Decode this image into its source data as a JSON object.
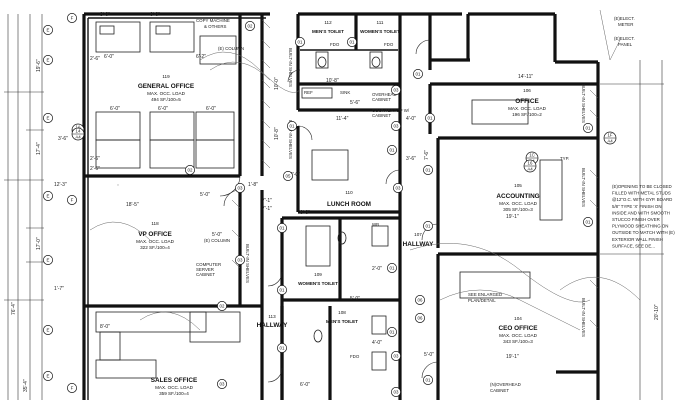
{
  "rooms": {
    "general_office": {
      "number": "119",
      "name": "GENERAL OFFICE",
      "load": "MAX. OCC. LOAD",
      "area": "494 SF./100=5"
    },
    "vp_office": {
      "number": "118",
      "name": "VP OFFICE",
      "load": "MAX. OCC. LOAD",
      "area": "322 SF./100=4"
    },
    "sales_office": {
      "number": "",
      "name": "SALES OFFICE",
      "load": "MAX. OCC. LOAD",
      "area": "359 SF./100=4"
    },
    "mens_toilet_top": {
      "number": "112",
      "name": "MEN'S TOILET"
    },
    "womens_toilet_top": {
      "number": "111",
      "name": "WOMEN'S TOILET"
    },
    "lunch_room": {
      "number": "110",
      "name": "LUNCH ROOM"
    },
    "womens_toilet_mid": {
      "number": "109",
      "name": "WOMEN'S TOILET"
    },
    "mens_toilet_bot": {
      "number": "108",
      "name": "MEN'S TOILET"
    },
    "hallway_113": {
      "number": "113",
      "name": "HALLWAY"
    },
    "hallway_107": {
      "number": "107",
      "name": "HALLWAY"
    },
    "office_106": {
      "number": "106",
      "name": "OFFICE",
      "load": "MAX. OCC. LOAD",
      "area": "196 SF./100=2"
    },
    "accounting": {
      "number": "105",
      "name": "ACCOUNTING",
      "load": "MAX. OCC. LOAD",
      "area": "305 SF./100=3"
    },
    "ceo_office": {
      "number": "104",
      "name": "CEO OFFICE",
      "load": "MAX. OCC. LOAD",
      "area": "343 SF./100=3"
    }
  },
  "notes": {
    "copy_machine": "COPY MACHINE",
    "and_others": "& OTHERS",
    "column1": "(E) COLUMN",
    "column2": "(E) COLUMN",
    "builtin1": "BUILT-IN SHELVES",
    "builtin2": "BUILT-IN SHELVES",
    "builtin3": "BUILT-IN SHELVES",
    "builtin4": "BUILT-IN SHELVES",
    "builtin5": "BUILT-IN SHELVES",
    "builtin6": "BUILT-IN SHELVES",
    "computer": "COMPUTER",
    "server": "SERVER",
    "cabinet": "CABINET",
    "overhead_cab": "OVERHEAD",
    "overhead_cab2": "CABINET",
    "counter": "COUNTERTOP W/",
    "counter2": "CABINET",
    "overhead_cab3": "(N)OVERHEAD",
    "overhead_cab4": "CABINET",
    "enlarged": "SEE ENLARGED",
    "enlarged2": "PLAN/DETAIL",
    "typ": "TYP.",
    "elect_meter": "(E)ELECT.",
    "elect_meter2": "METER",
    "elect_panel": "(E)ELECT.",
    "elect_panel2": "PANEL",
    "ref": "REF",
    "sink": "SINK",
    "fdo1": "FDO",
    "fdo2": "FDO",
    "fdo3": "FDO",
    "wb": "WB"
  },
  "spec_note": [
    "(E)OPENING TO BE CLOSED",
    "FILLED WITH METAL STUDS",
    "@12\"O.C. WITH GYP. BOARD",
    "5/8\" TYPE 'X' FINISH ON",
    "INSIDE AND WITH SMOOTH",
    "STUCCO FINISH OVER",
    "PLYWOOD SHEATHING ON",
    "OUTSIDE TO MATCH WITH (E)",
    "EXTERIOR WALL FINISH",
    "SURFACE, SEE DE..."
  ],
  "dims": {
    "d1": "19'-6\"",
    "d2": "17'-4\"",
    "d3": "17'-0\"",
    "d4": "76'-4\"",
    "d5": "35'-4\"",
    "d6": "8'-0\"",
    "d7": "6'-0\"",
    "d8": "6'-0\"",
    "d9": "6'-2\"",
    "d10": "6'-0\"",
    "d11": "6'-0\"",
    "d12": "6'-0\"",
    "d13": "18'-5\"",
    "d14": "8'-0\"",
    "d15": "3'-6\"",
    "d16": "2'-6\"",
    "d17": "11'-4\"",
    "d18": "5'-0\"",
    "d19": "10'-8\"",
    "d20": "7'-1\"",
    "d21": "14'-11\"",
    "d22": "19'-1\"",
    "d23": "19'-1\"",
    "d24": "20'-10\"",
    "d25": "7'-6\"",
    "d26": "3'-6\"",
    "d27": "4'-0\"",
    "d28": "5'-0\"",
    "d29": "10'-8\"",
    "d30": "5'-6\"",
    "d31": "6'-0\"",
    "d32": "5'-0\"",
    "d33": "6'-0\"",
    "d34": "2'-0\"",
    "d35": "4'-0\"",
    "d36": "8'-0\"",
    "d37": "12'-3\"",
    "d38": "1'-7\"",
    "d39": "5'-0\"",
    "d40": "2'-6\"",
    "d41": "2'-6\"",
    "d42": "1'-8\"",
    "d43": "10'-0\"",
    "d44": "7'-1\""
  },
  "tags": [
    "01",
    "01",
    "01",
    "01",
    "01",
    "01",
    "01",
    "01",
    "01",
    "01",
    "01",
    "01",
    "01",
    "01",
    "01",
    "01",
    "02",
    "02",
    "02",
    "03",
    "03",
    "03",
    "03",
    "03",
    "03",
    "05",
    "06",
    "06",
    "03",
    "03",
    "E",
    "E",
    "E",
    "E",
    "E",
    "E",
    "E",
    "F",
    "F",
    "F"
  ],
  "section_marks": [
    {
      "top": "1A",
      "bottom": "A4"
    },
    {
      "top": "14",
      "bottom": "A4"
    },
    {
      "top": "1C",
      "bottom": "A4"
    },
    {
      "top": "16",
      "bottom": "A4"
    },
    {
      "top": "1F",
      "bottom": "A4"
    }
  ]
}
